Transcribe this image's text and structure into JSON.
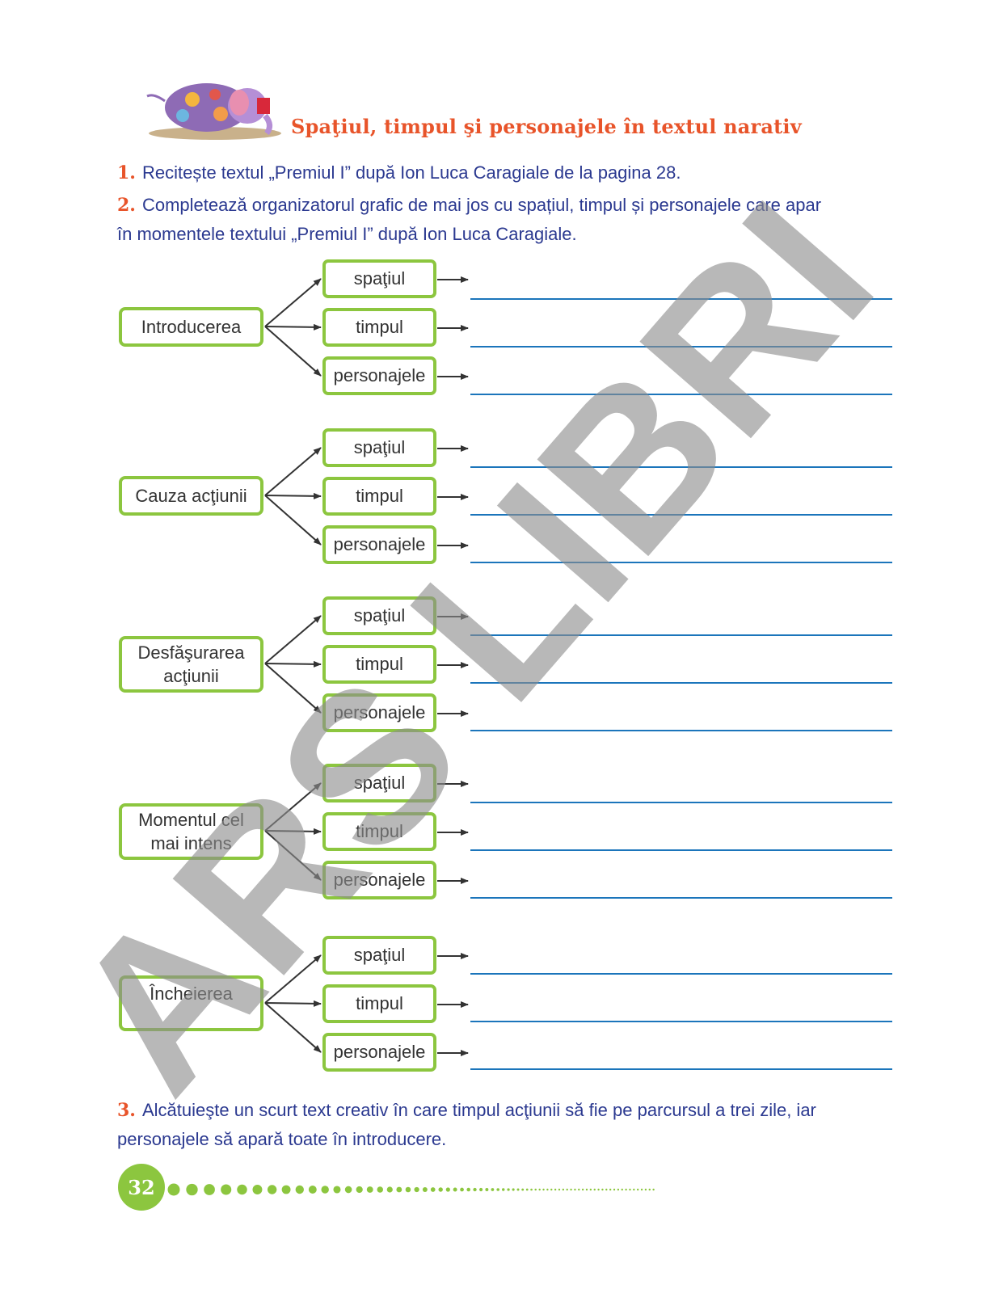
{
  "header": {
    "title": "Spaţiul, timpul şi personajele în textul narativ",
    "illustration_icon": "elephant-reading-icon"
  },
  "tasks": {
    "t1": {
      "num": "1.",
      "text": "Recitește textul „Premiul I” după Ion Luca Caragiale de la pagina 28."
    },
    "t2": {
      "num": "2.",
      "line1": "Completează organizatorul grafic de mai jos cu spațiul, timpul și personajele care apar",
      "line2": "în momentele textului „Premiul I” după Ion Luca Caragiale."
    },
    "t3": {
      "num": "3.",
      "line1": "Alcătuieşte un scurt text creativ în care timpul acţiunii să fie pe parcursul a trei zile, iar",
      "line2": "personajele să apară toate în introducere."
    }
  },
  "organizer": {
    "sub_labels": [
      "spaţiul",
      "timpul",
      "personajele"
    ],
    "groups": [
      {
        "label": "Introducerea"
      },
      {
        "label": "Cauza acţiunii"
      },
      {
        "label": "Desfăşurarea acţiunii"
      },
      {
        "label": "Momentul cel mai intens"
      },
      {
        "label": "Încheierea"
      }
    ]
  },
  "footer": {
    "page_number": "32"
  },
  "watermark": {
    "text": "ARS LIBRI"
  },
  "colors": {
    "accent_green": "#8cc63f",
    "title_orange": "#e8542a",
    "text_blue": "#2b3990",
    "line_blue": "#1b75bb"
  }
}
